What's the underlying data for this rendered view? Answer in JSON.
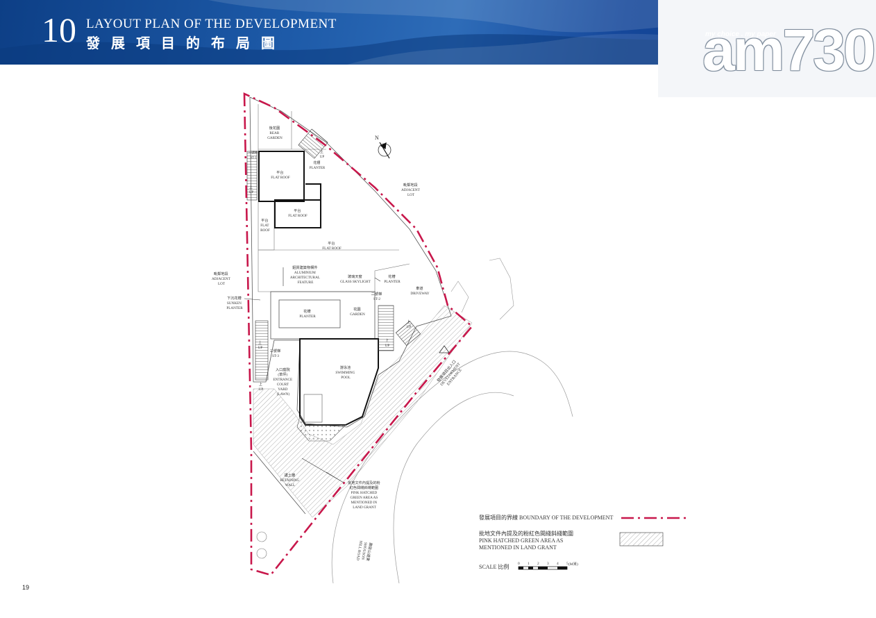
{
  "header": {
    "section_number": "10",
    "title_en": "LAYOUT PLAN OF THE DEVELOPMENT",
    "title_zh": "發展項目的布局圖"
  },
  "logo": {
    "tagline": "my choice . my paper",
    "name": "am730"
  },
  "plan": {
    "rear_garden": [
      "後花園",
      "REAR",
      "GARDEN"
    ],
    "st1": [
      "一號梯",
      "ST-1"
    ],
    "flat_roof_1": [
      "平台",
      "FLAT ROOF"
    ],
    "flat_roof_2": [
      "平台",
      "FLAT ROOF"
    ],
    "flat_roof_3": [
      "平台",
      "FLAT",
      "ROOF"
    ],
    "flat_roof_4": [
      "平台",
      "FLAT ROOF"
    ],
    "planter_top": [
      "花槽",
      "PLANTER"
    ],
    "up_top": [
      "上",
      "UP"
    ],
    "up_left": [
      "上",
      "UP"
    ],
    "adjacent_lot_right": [
      "毗鄰地段",
      "ADJACENT",
      "LOT"
    ],
    "adjacent_lot_left": [
      "毗鄰地段",
      "ADJACENT",
      "LOT"
    ],
    "aluminium_feature": [
      "鋁質建築物構件",
      "ALUMINIUM",
      "ARCHITECTURAL",
      "FEATURE"
    ],
    "glass_skylight": [
      "玻璃天窗",
      "GLASS SKYLIGHT"
    ],
    "planter_mid": [
      "花槽",
      "PLANTER"
    ],
    "driveway": [
      "車道",
      "DRIVEWAY"
    ],
    "st2": [
      "二號梯",
      "ST-2"
    ],
    "sunken_planter": [
      "下沉花槽",
      "SUNKEN",
      "PLANTER"
    ],
    "planter_garden": [
      "花槽",
      "PLANTER"
    ],
    "garden": [
      "花園",
      "GARDEN"
    ],
    "up_st2": [
      "上",
      "UP"
    ],
    "up_st2b": [
      "上",
      "UP"
    ],
    "up_st3": [
      "上",
      "UP"
    ],
    "st3": [
      "三號梯",
      "ST-3"
    ],
    "entrance_court": [
      "入口庭院",
      "(草坪)",
      "ENTRANCE",
      "COURT",
      "YARD",
      "(LAWN)"
    ],
    "swimming_pool": [
      "游泳池",
      "SWIMMING",
      "POOL"
    ],
    "up_bottom": [
      "上",
      "UP"
    ],
    "development_entrance": [
      "發展項目出入口",
      "DEVELOPMENT",
      "ENTRANCE"
    ],
    "retaining_wall": [
      "護土牆",
      "RETAINING",
      "WALL"
    ],
    "pink_hatched": [
      "批地文件內提及的粉",
      "紅色間綫斜綫範圍",
      "PINK HATCHED",
      "GREEN AREA AS",
      "MENTIONED IN",
      "LAND GRANT"
    ],
    "road_label": [
      "壽臣山道東",
      "SHOUSON",
      "HILL ROAD"
    ],
    "north": "N"
  },
  "legend": {
    "boundary": "發展項目的界線 BOUNDARY OF THE DEVELOPMENT",
    "pink_zh": "批地文件內提及的粉紅色間綫斜綫範圍",
    "pink_en1": "PINK HATCHED GREEN AREA AS",
    "pink_en2": "MENTIONED IN LAND GRANT",
    "scale_label": "SCALE 比例",
    "scale_ticks": [
      "0",
      "1",
      "2",
      "3",
      "4",
      "5"
    ],
    "scale_unit": "(M米)"
  },
  "page_number": "19",
  "colors": {
    "header_blue": "#1b55a3",
    "boundary_red": "#c8174b"
  }
}
